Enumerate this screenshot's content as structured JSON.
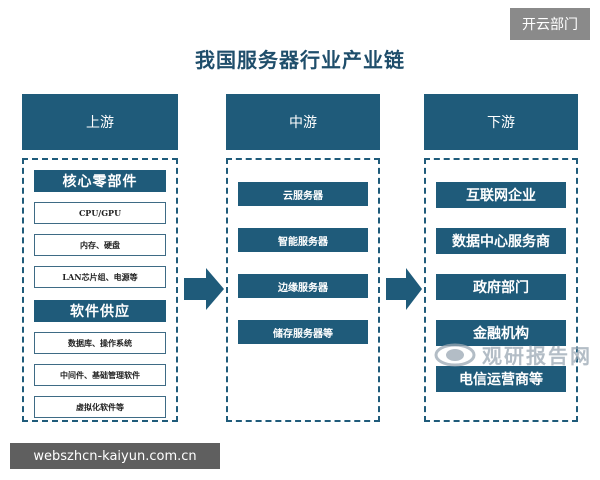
{
  "badge": "开云部门",
  "title": "我国服务器行业产业链",
  "columns": {
    "upstream": {
      "header": "上游",
      "section1": "核心零部件",
      "section1_items": [
        "CPU/GPU",
        "内存、硬盘",
        "LAN芯片组、电源等"
      ],
      "section2": "软件供应",
      "section2_items": [
        "数据库、操作系统",
        "中间件、基础管理软件",
        "虚拟化软件等"
      ]
    },
    "midstream": {
      "header": "中游",
      "items": [
        "云服务器",
        "智能服务器",
        "边缘服务器",
        "储存服务器等"
      ]
    },
    "downstream": {
      "header": "下游",
      "items": [
        "互联网企业",
        "数据中心服务商",
        "政府部门",
        "金融机构",
        "电信运营商等"
      ]
    }
  },
  "watermark": "观研报告网",
  "url": "webszhcn-kaiyun.com.cn",
  "colors": {
    "primary": "#1f5b7a",
    "title": "#1f4e6b"
  }
}
